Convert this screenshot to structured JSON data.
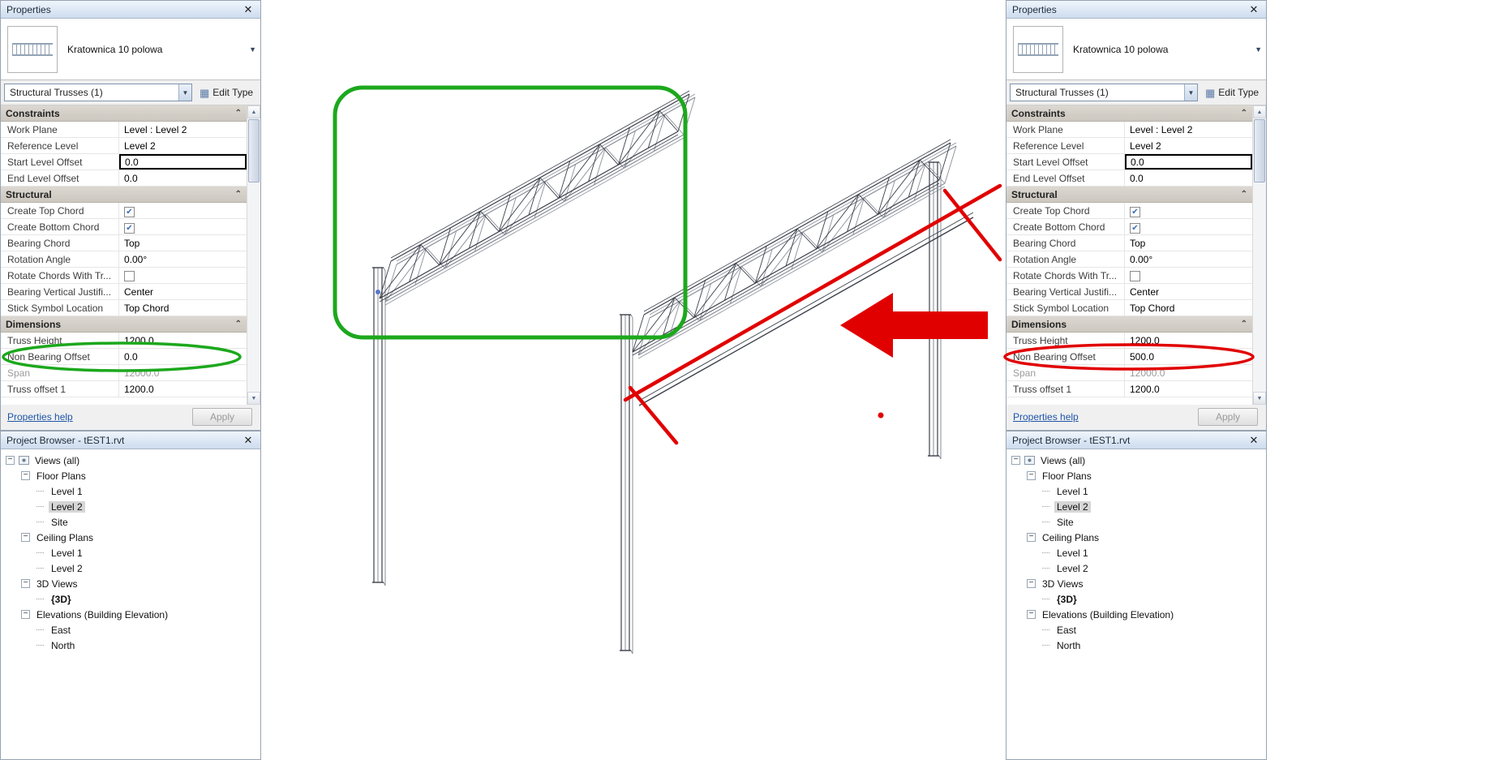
{
  "annotations": {
    "green_color": "#1ca81c",
    "red_color": "#e10000"
  },
  "left_properties": {
    "title": "Properties",
    "close_glyph": "✕",
    "type_name": "Kratownica 10 polowa",
    "dropdown_glyph": "▼",
    "filter": "Structural Trusses (1)",
    "edit_type_label": "Edit Type",
    "edit_type_icon_glyph": "▦",
    "rows": [
      {
        "section": "Constraints"
      },
      {
        "label": "Work Plane",
        "value": "Level : Level 2"
      },
      {
        "label": "Reference Level",
        "value": "Level 2"
      },
      {
        "label": "Start Level Offset",
        "value": "0.0",
        "focused": true
      },
      {
        "label": "End Level Offset",
        "value": "0.0"
      },
      {
        "section": "Structural"
      },
      {
        "label": "Create Top Chord",
        "check": true
      },
      {
        "label": "Create Bottom Chord",
        "check": true
      },
      {
        "label": "Bearing Chord",
        "value": "Top"
      },
      {
        "label": "Rotation Angle",
        "value": "0.00°"
      },
      {
        "label": "Rotate Chords With Tr...",
        "check": false
      },
      {
        "label": "Bearing Vertical Justifi...",
        "value": "Center"
      },
      {
        "label": "Stick Symbol Location",
        "value": "Top Chord"
      },
      {
        "section": "Dimensions"
      },
      {
        "label": "Truss Height",
        "value": "1200.0"
      },
      {
        "label": "Non Bearing Offset",
        "value": "0.0"
      },
      {
        "label": "Span",
        "value": "12000.0",
        "disabled": true
      },
      {
        "label": "Truss offset 1",
        "value": "1200.0"
      }
    ],
    "help_label": "Properties help",
    "apply_label": "Apply"
  },
  "right_properties": {
    "title": "Properties",
    "close_glyph": "✕",
    "type_name": "Kratownica 10 polowa",
    "dropdown_glyph": "▼",
    "filter": "Structural Trusses (1)",
    "edit_type_label": "Edit Type",
    "edit_type_icon_glyph": "▦",
    "rows": [
      {
        "section": "Constraints"
      },
      {
        "label": "Work Plane",
        "value": "Level : Level 2"
      },
      {
        "label": "Reference Level",
        "value": "Level 2"
      },
      {
        "label": "Start Level Offset",
        "value": "0.0",
        "focused": true
      },
      {
        "label": "End Level Offset",
        "value": "0.0"
      },
      {
        "section": "Structural"
      },
      {
        "label": "Create Top Chord",
        "check": true
      },
      {
        "label": "Create Bottom Chord",
        "check": true
      },
      {
        "label": "Bearing Chord",
        "value": "Top"
      },
      {
        "label": "Rotation Angle",
        "value": "0.00°"
      },
      {
        "label": "Rotate Chords With Tr...",
        "check": false
      },
      {
        "label": "Bearing Vertical Justifi...",
        "value": "Center"
      },
      {
        "label": "Stick Symbol Location",
        "value": "Top Chord"
      },
      {
        "section": "Dimensions"
      },
      {
        "label": "Truss Height",
        "value": "1200.0"
      },
      {
        "label": "Non Bearing Offset",
        "value": "500.0"
      },
      {
        "label": "Span",
        "value": "12000.0",
        "disabled": true
      },
      {
        "label": "Truss offset 1",
        "value": "1200.0"
      }
    ],
    "help_label": "Properties help",
    "apply_label": "Apply"
  },
  "left_browser": {
    "title": "Project Browser - tEST1.rvt",
    "close_glyph": "✕",
    "tree": [
      {
        "label": "Views (all)",
        "depth": 0,
        "expander": true,
        "icon": "views"
      },
      {
        "label": "Floor Plans",
        "depth": 1,
        "expander": true
      },
      {
        "label": "Level 1",
        "depth": 2
      },
      {
        "label": "Level 2",
        "depth": 2,
        "selected": true
      },
      {
        "label": "Site",
        "depth": 2
      },
      {
        "label": "Ceiling Plans",
        "depth": 1,
        "expander": true
      },
      {
        "label": "Level 1",
        "depth": 2
      },
      {
        "label": "Level 2",
        "depth": 2
      },
      {
        "label": "3D Views",
        "depth": 1,
        "expander": true
      },
      {
        "label": "{3D}",
        "depth": 2,
        "bold": true
      },
      {
        "label": "Elevations (Building Elevation)",
        "depth": 1,
        "expander": true
      },
      {
        "label": "East",
        "depth": 2
      },
      {
        "label": "North",
        "depth": 2
      }
    ]
  },
  "right_browser": {
    "title": "Project Browser - tEST1.rvt",
    "close_glyph": "✕",
    "tree": [
      {
        "label": "Views (all)",
        "depth": 0,
        "expander": true,
        "icon": "views"
      },
      {
        "label": "Floor Plans",
        "depth": 1,
        "expander": true
      },
      {
        "label": "Level 1",
        "depth": 2
      },
      {
        "label": "Level 2",
        "depth": 2,
        "selected": true
      },
      {
        "label": "Site",
        "depth": 2
      },
      {
        "label": "Ceiling Plans",
        "depth": 1,
        "expander": true
      },
      {
        "label": "Level 1",
        "depth": 2
      },
      {
        "label": "Level 2",
        "depth": 2
      },
      {
        "label": "3D Views",
        "depth": 1,
        "expander": true
      },
      {
        "label": "{3D}",
        "depth": 2,
        "bold": true
      },
      {
        "label": "Elevations (Building Elevation)",
        "depth": 1,
        "expander": true
      },
      {
        "label": "East",
        "depth": 2
      },
      {
        "label": "North",
        "depth": 2
      }
    ]
  }
}
